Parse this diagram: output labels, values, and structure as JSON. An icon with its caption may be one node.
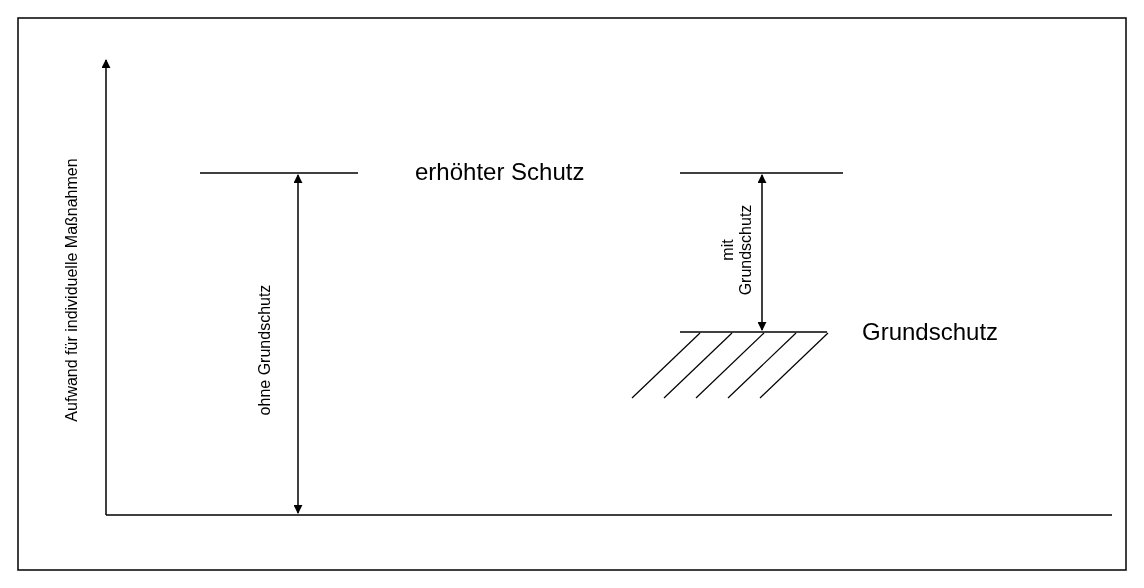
{
  "diagram": {
    "labels": [
      "Aufwand für individuelle Maßnahmen",
      "erhöhter Schutz",
      "ohne Grundschutz",
      "mit Grundschutz",
      "Grundschutz"
    ]
  }
}
